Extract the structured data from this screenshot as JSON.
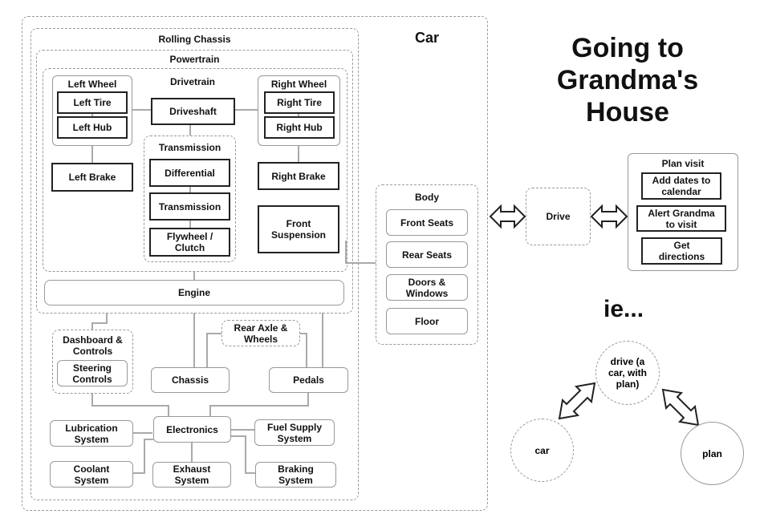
{
  "title": "Going to Grandma's House",
  "title_lines": [
    "Going to",
    "Grandma's",
    "House"
  ],
  "car": "Car",
  "rolling_chassis": "Rolling Chassis",
  "powertrain": "Powertrain",
  "drivetrain": "Drivetrain",
  "left_wheel": "Left Wheel",
  "left_tire": "Left Tire",
  "left_hub": "Left Hub",
  "left_brake": "Left Brake",
  "driveshaft": "Driveshaft",
  "transmission_group": "Transmission",
  "differential": "Differential",
  "transmission": "Transmission",
  "flywheel": "Flywheel / Clutch",
  "right_wheel": "Right Wheel",
  "right_tire": "Right Tire",
  "right_hub": "Right Hub",
  "right_brake": "Right Brake",
  "front_suspension": "Front Suspension",
  "engine": "Engine",
  "dashboard": "Dashboard & Controls",
  "steering": "Steering Controls",
  "rear_axle": "Rear Axle & Wheels",
  "chassis": "Chassis",
  "pedals": "Pedals",
  "electronics": "Electronics",
  "lubrication": "Lubrication System",
  "coolant": "Coolant System",
  "exhaust": "Exhaust System",
  "fuel_supply": "Fuel Supply System",
  "braking": "Braking System",
  "body": "Body",
  "front_seats": "Front Seats",
  "rear_seats": "Rear Seats",
  "doors": "Doors & Windows",
  "floor": "Floor",
  "drive": "Drive",
  "plan_visit": "Plan visit",
  "add_dates": "Add dates to calendar",
  "alert_grandma": "Alert Grandma to visit",
  "get_directions": "Get directions",
  "ie": "ie...",
  "drive_circle": "drive (a car, with plan)",
  "car_circle": "car",
  "plan_circle": "plan",
  "colors": {
    "stroke": "#222222",
    "dashed": "#999999",
    "connector": "#aaaaaa"
  }
}
